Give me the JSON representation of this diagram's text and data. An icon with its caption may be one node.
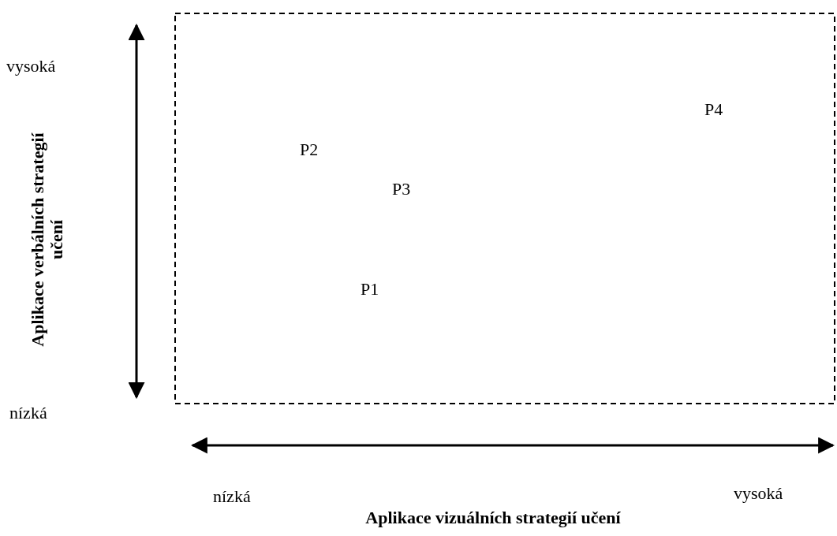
{
  "diagram": {
    "labels": [
      "vysoká",
      "Aplikace verbálních strategií učení",
      "P4",
      "P2",
      "P3",
      "P1",
      "nízká",
      "nízká",
      "Aplikace vizuálních strategií učení",
      "vysoká"
    ]
  }
}
